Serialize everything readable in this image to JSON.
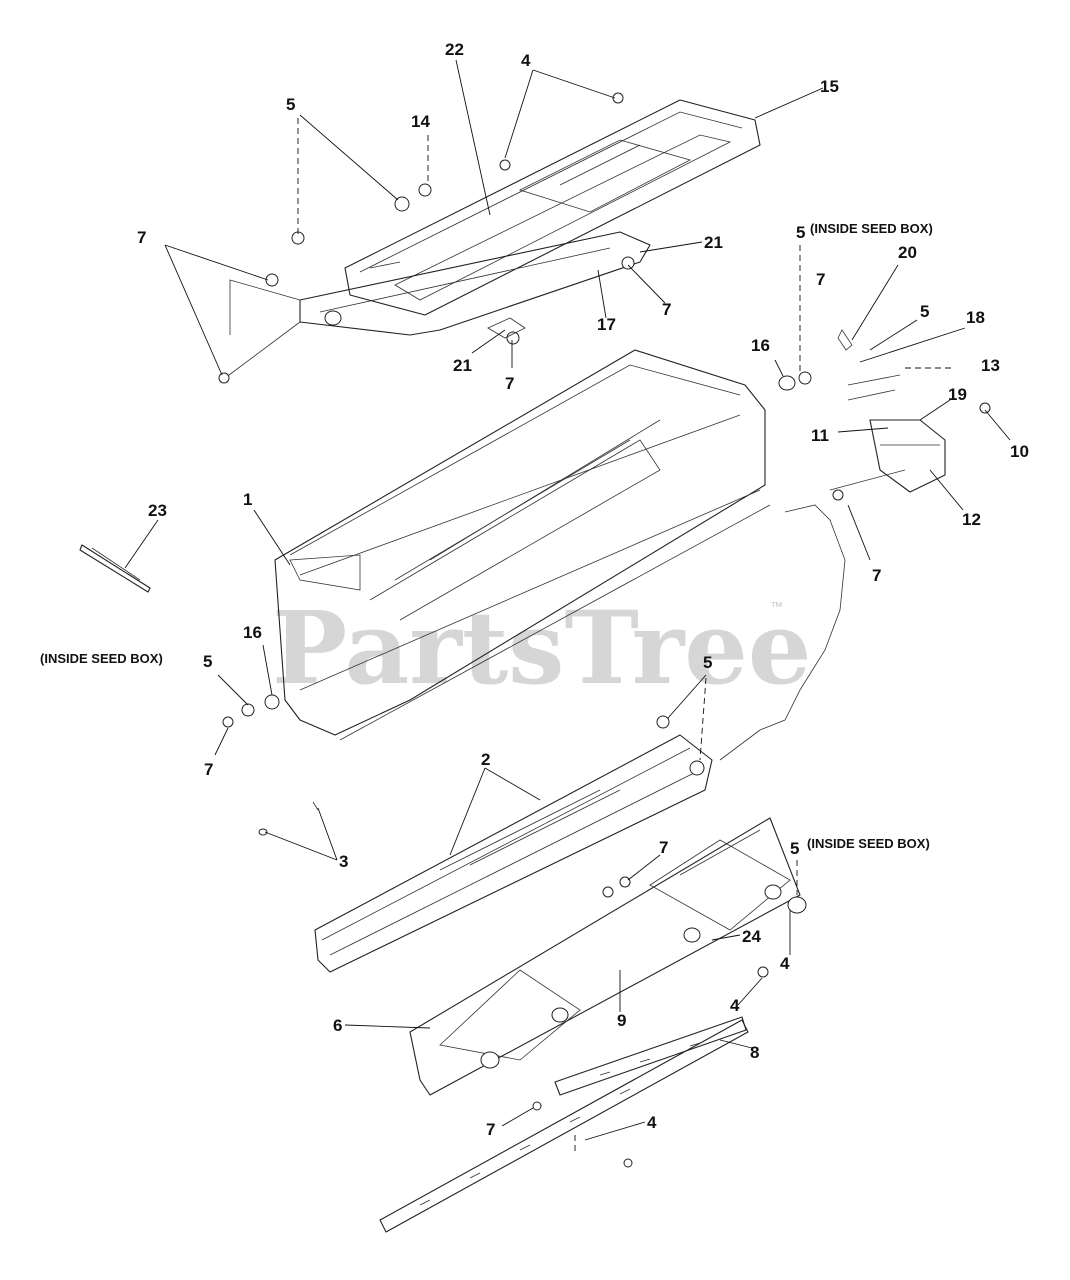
{
  "watermark": {
    "text": "PartsTree",
    "mark": "™"
  },
  "notes": {
    "inside_seed_box_a": "(INSIDE SEED BOX)",
    "inside_seed_box_b": "(INSIDE SEED BOX)",
    "inside_seed_box_c": "(INSIDE SEED BOX)"
  },
  "callouts": {
    "c22": "22",
    "c4a": "4",
    "c15": "15",
    "c5a": "5",
    "c14": "14",
    "c7a": "7",
    "c21a": "21",
    "c17": "17",
    "c7b": "7",
    "c21b": "21",
    "c7c": "7",
    "c5b": "5",
    "c7d": "7",
    "c20": "20",
    "c5c": "5",
    "c18": "18",
    "c16a": "16",
    "c13": "13",
    "c19": "19",
    "c11": "11",
    "c10": "10",
    "c12": "12",
    "c7e": "7",
    "c23": "23",
    "c1": "1",
    "c16b": "16",
    "c5d": "5",
    "c5e": "5",
    "c7f": "7",
    "c2": "2",
    "c3": "3",
    "c7g": "7",
    "c5f": "5",
    "c24": "24",
    "c4b": "4",
    "c4c": "4",
    "c6": "6",
    "c9": "9",
    "c8": "8",
    "c7h": "7",
    "c4d": "4"
  }
}
